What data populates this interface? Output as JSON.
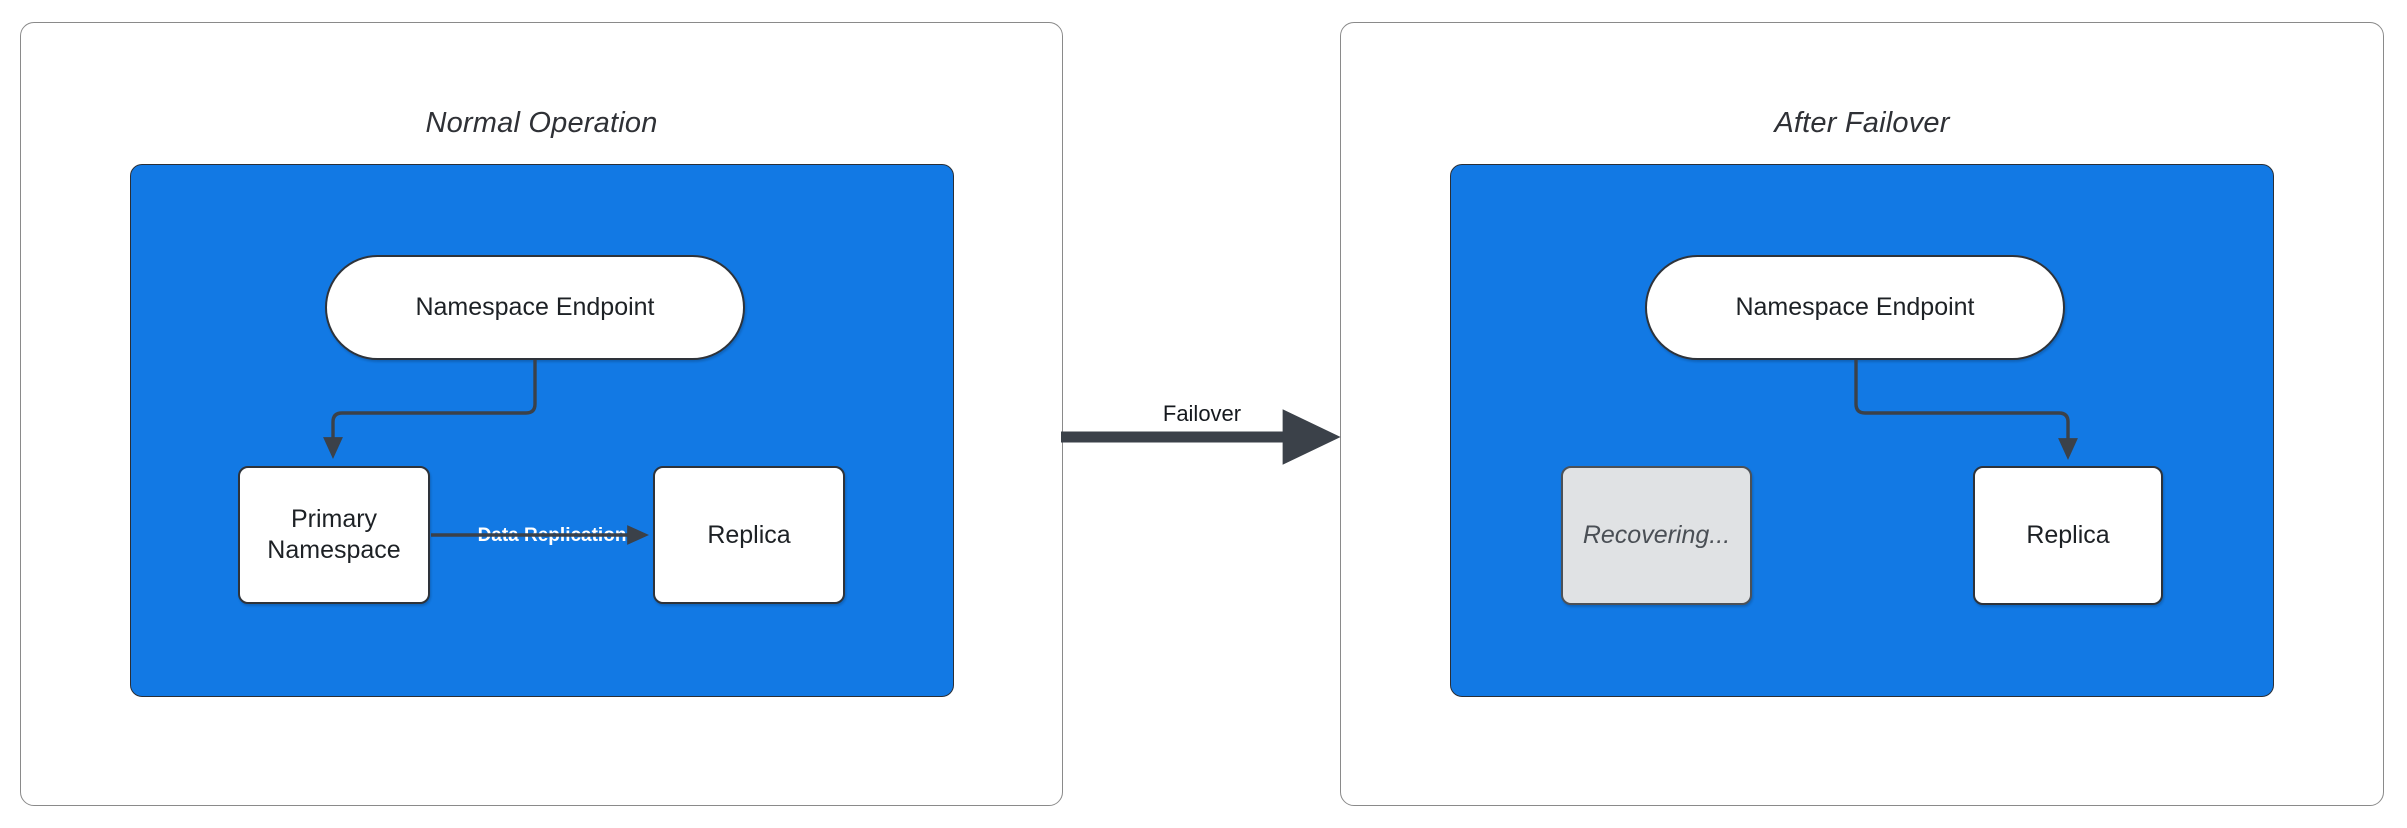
{
  "diagram": {
    "title_left": "Normal Operation",
    "title_right": "After Failover",
    "accent_blue": "#1279e4",
    "edge_color": "#3b4149",
    "muted_fill": "#e0e2e4",
    "panels": [
      {
        "name": "normal-operation",
        "title": "Normal Operation",
        "nodes": [
          {
            "id": "namespace-endpoint",
            "label": "Namespace Endpoint",
            "shape": "pill",
            "state": "active"
          },
          {
            "id": "primary-namespace",
            "label": "Primary\nNamespace",
            "line1": "Primary",
            "line2": "Namespace",
            "shape": "rect",
            "state": "active"
          },
          {
            "id": "replica",
            "label": "Replica",
            "shape": "rect",
            "state": "active"
          }
        ],
        "edges": [
          {
            "from": "namespace-endpoint",
            "to": "primary-namespace",
            "label": ""
          },
          {
            "from": "primary-namespace",
            "to": "replica",
            "label": "Data Replication"
          }
        ]
      },
      {
        "name": "after-failover",
        "title": "After Failover",
        "nodes": [
          {
            "id": "namespace-endpoint",
            "label": "Namespace Endpoint",
            "shape": "pill",
            "state": "active"
          },
          {
            "id": "recovering",
            "label": "Recovering...",
            "shape": "rect",
            "state": "muted"
          },
          {
            "id": "replica",
            "label": "Replica",
            "shape": "rect",
            "state": "active"
          }
        ],
        "edges": [
          {
            "from": "namespace-endpoint",
            "to": "replica",
            "label": ""
          }
        ]
      }
    ],
    "transition": {
      "label": "Failover",
      "from_panel": "normal-operation",
      "to_panel": "after-failover"
    }
  }
}
